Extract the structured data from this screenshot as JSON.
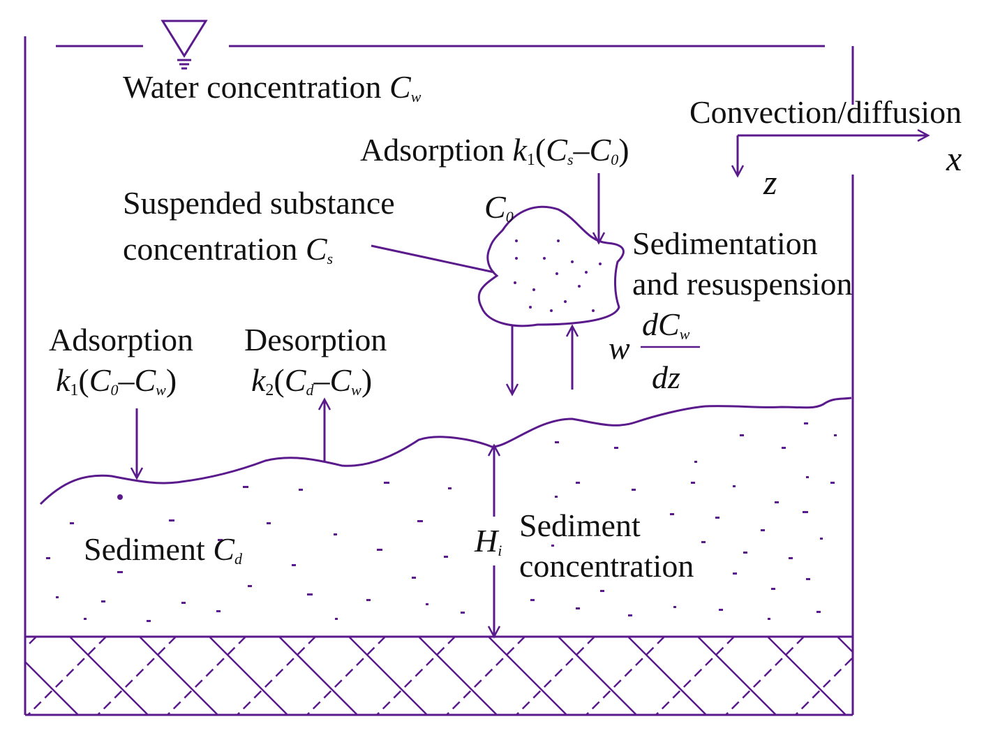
{
  "colors": {
    "stroke": "#5a1a8c",
    "text": "#111111",
    "background": "#ffffff"
  },
  "labels": {
    "water": {
      "text": "Water concentration ",
      "sym": "C",
      "sub": "w"
    },
    "convection": "Convection/diffusion",
    "axis_x": "x",
    "axis_z": "z",
    "adsorption_top": {
      "text": "Adsorption ",
      "k": "k",
      "ksub": "1",
      "open": "(",
      "a": "C",
      "asub": "s",
      "dash": "–",
      "b": "C",
      "bsub": "0",
      "close": ")"
    },
    "suspended": {
      "line1": "Suspended substance",
      "line2": "concentration ",
      "sym": "C",
      "sub": "s"
    },
    "particle_c0": {
      "sym": "C",
      "sub": "0"
    },
    "sedimentation": {
      "line1": "Sedimentation",
      "line2": "and resuspension"
    },
    "rate": {
      "w": "w",
      "num": "dC",
      "numsub": "w",
      "den": "dz"
    },
    "adsorption_bottom": {
      "line1": "Adsorption",
      "k": "k",
      "ksub": "1",
      "open": "(",
      "a": "C",
      "asub": "0",
      "dash": "–",
      "b": "C",
      "bsub": "w",
      "close": ")"
    },
    "desorption": {
      "line1": "Desorption",
      "k": "k",
      "ksub": "2",
      "open": "(",
      "a": "C",
      "asub": "d",
      "dash": "–",
      "b": "C",
      "bsub": "w",
      "close": ")"
    },
    "sediment": {
      "text": "Sediment ",
      "sym": "C",
      "sub": "d"
    },
    "depth": {
      "sym": "H",
      "sub": "i"
    },
    "sediment_conc": {
      "line1": "Sediment",
      "line2": "concentration"
    }
  }
}
